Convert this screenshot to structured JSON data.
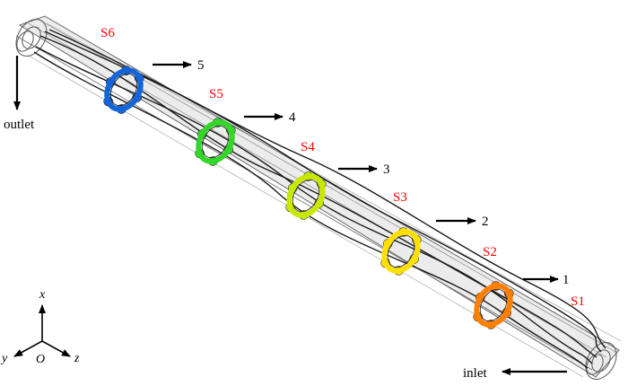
{
  "labels": {
    "outlet": "outlet",
    "inlet": "inlet"
  },
  "sections": [
    {
      "label": "S1",
      "color": "#ff7f00"
    },
    {
      "label": "S2",
      "color": "#ffe000"
    },
    {
      "label": "S3",
      "color": "#c8e800"
    },
    {
      "label": "S4",
      "color": "#34d629"
    },
    {
      "label": "S5",
      "color": "#20d2d6"
    },
    {
      "label": "S6",
      "color": "#1565d8"
    }
  ],
  "arrows": [
    "1",
    "2",
    "3",
    "4",
    "5"
  ],
  "axes": {
    "x": "x",
    "y": "y",
    "z": "z",
    "origin": "O"
  },
  "colors": {
    "section_label": "#ff0000",
    "tube_outline": "#555555",
    "tube_fill": "#ececec",
    "wire": "#222222"
  }
}
